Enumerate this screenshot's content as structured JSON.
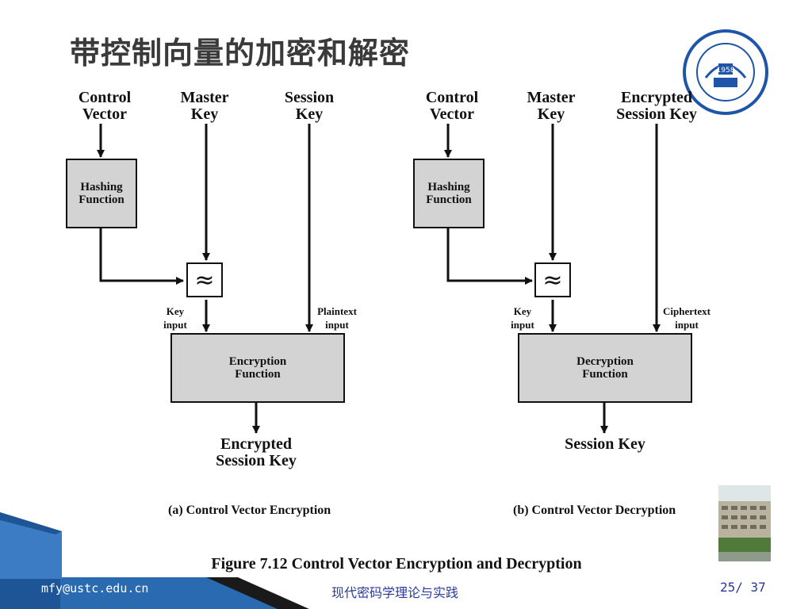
{
  "slide": {
    "title": "带控制向量的加密和解密",
    "footer_email": "mfy@ustc.edu.cn",
    "footer_course": "现代密码学理论与实践",
    "page_number": "25/ 37",
    "accent_color": "#2a6ab0"
  },
  "left": {
    "control_vector": [
      "Control",
      "Vector"
    ],
    "master_key": [
      "Master",
      "Key"
    ],
    "session_key": [
      "Session",
      "Key"
    ],
    "hashing": [
      "Hashing",
      "Function"
    ],
    "combiner": "≈",
    "key_input": [
      "Key",
      "input"
    ],
    "data_input": [
      "Plaintext",
      "input"
    ],
    "function": [
      "Encryption",
      "Function"
    ],
    "output": [
      "Encrypted",
      "Session Key"
    ],
    "caption": "(a) Control Vector Encryption"
  },
  "right": {
    "control_vector": [
      "Control",
      "Vector"
    ],
    "master_key": [
      "Master",
      "Key"
    ],
    "session_key": [
      "Encrypted",
      "Session Key"
    ],
    "hashing": [
      "Hashing",
      "Function"
    ],
    "combiner": "≈",
    "key_input": [
      "Key",
      "input"
    ],
    "data_input": [
      "Ciphertext",
      "input"
    ],
    "function": [
      "Decryption",
      "Function"
    ],
    "output": [
      "Session Key"
    ],
    "caption": "(b) Control Vector Decryption"
  },
  "figure_caption": "Figure 7.12  Control Vector Encryption and Decryption"
}
